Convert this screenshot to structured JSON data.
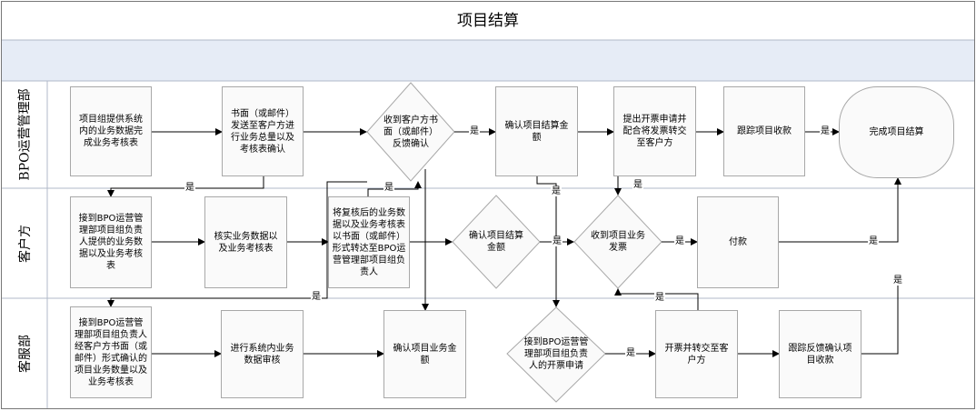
{
  "title": "项目结算",
  "lanes": [
    "BPO运营管理部",
    "客户方",
    "客服部"
  ],
  "nodes": {
    "a1": "项目组提供系统内的业务数据完成业务考核表",
    "a2": "书面（或邮件）发送至客户方进行业务总量以及考核表确认",
    "a3": "收到客户方书面（或邮件）反馈确认",
    "a4": "确认项目结算金额",
    "a5": "提出开票申请并配合将发票转交至客户方",
    "a6": "跟踪项目收款",
    "a7": "完成项目结算",
    "b1": "接到BPO运营管理部项目组负责人提供的业务数据以及业务考核表",
    "b2": "核实业务数据以及业务考核表",
    "b3": "将复核后的业务数据以及业务考核表以书面（或邮件）形式转达至BPO运营管理部项目组负责人",
    "b4": "确认项目结算金额",
    "b5": "收到项目业务发票",
    "b6": "付款",
    "c1": "接到BPO运营管理部项目组负责人经客户方书面（或邮件）形式确认的项目业务数量以及业务考核表",
    "c2": "进行系统内业务数据审核",
    "c3": "确认项目业务金额",
    "c4": "接到BPO运营管理部项目组负责人的开票申请",
    "c5": "开票并转交至客户方",
    "c6": "跟踪反馈确认项目收款"
  },
  "yes_label": "是"
}
